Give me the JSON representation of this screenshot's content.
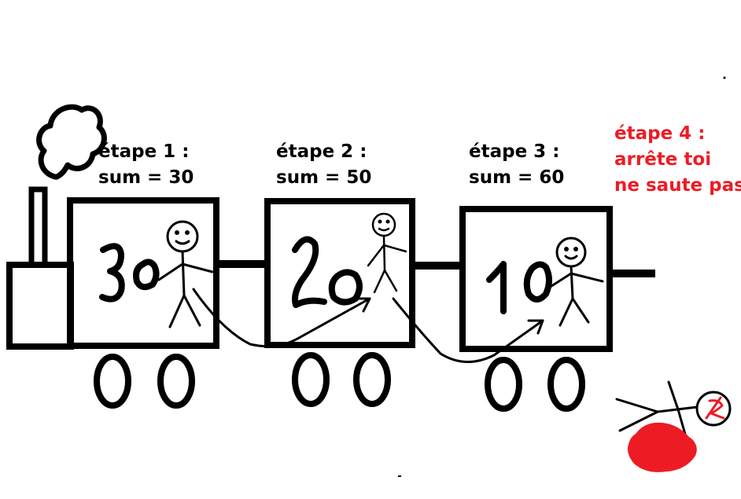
{
  "steps": [
    {
      "title": "étape 1 :",
      "sum": "sum = 30",
      "car_number": "30"
    },
    {
      "title": "étape 2 :",
      "sum": "sum = 50",
      "car_number": "20"
    },
    {
      "title": "étape 3 :",
      "sum": "sum = 60",
      "car_number": "10"
    },
    {
      "title": "étape 4 :",
      "lines": [
        "arrête toi",
        "ne saute pas"
      ]
    }
  ],
  "colors": {
    "ink": "#000000",
    "warning": "#ed1c24",
    "background": "#ffffff"
  },
  "icons": [
    "smoke-cloud-icon",
    "stick-figure-icon",
    "jump-arrow-icon",
    "fallen-stick-figure-icon",
    "blood-splat-icon"
  ]
}
